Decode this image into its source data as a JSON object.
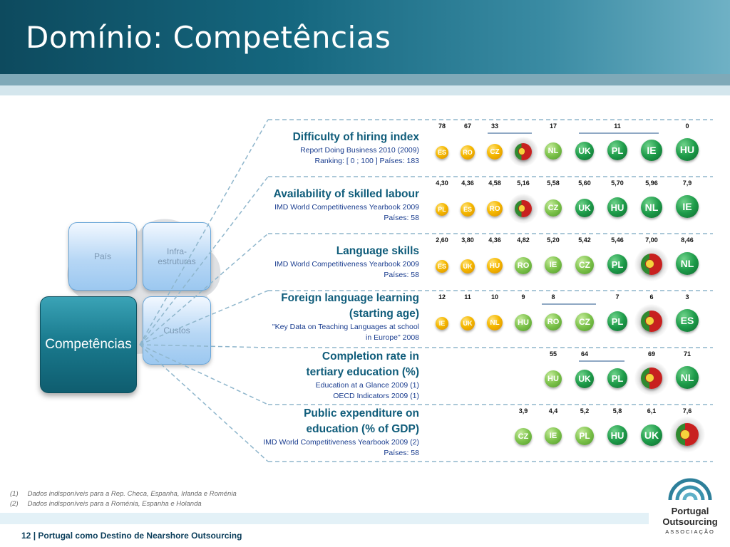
{
  "header": {
    "title": "Domínio: Competências"
  },
  "diagram": {
    "tiles": {
      "pais": "País",
      "infra": "Infra-\nestruturas",
      "custos": "Custos",
      "competencias": "Competências"
    }
  },
  "colors": {
    "yellow": "#f0a500",
    "light_green": "#7cc24a",
    "green": "#1e9c4a",
    "portugal_red": "#c8201f",
    "portugal_green": "#2f8a2f",
    "dashed_line": "#8fb6cc"
  },
  "chart_data": [
    {
      "type": "table",
      "title": "Difficulty of hiring index",
      "sources": [
        "Report Doing Business 2010 (2009)",
        "Ranking: [ 0 ; 100 ]  Países: 183"
      ],
      "values": [
        "78",
        "67",
        "33",
        "17",
        "11",
        "0"
      ],
      "countries": [
        {
          "code": "ES",
          "tier": "yellow"
        },
        {
          "code": "RO",
          "tier": "yellow"
        },
        {
          "code": "CZ",
          "tier": "yellow"
        },
        {
          "code": "PT",
          "tier": "portugal"
        },
        {
          "code": "NL",
          "tier": "light_green"
        },
        {
          "code": "UK",
          "tier": "green"
        },
        {
          "code": "PL",
          "tier": "green"
        },
        {
          "code": "IE",
          "tier": "green"
        },
        {
          "code": "HU",
          "tier": "green"
        }
      ]
    },
    {
      "type": "table",
      "title": "Availability of skilled labour",
      "sources": [
        "IMD World Competitiveness Yearbook 2009",
        "Países: 58"
      ],
      "values": [
        "4,30",
        "4,36",
        "4,58",
        "5,16",
        "5,58",
        "5,60",
        "5,70",
        "5,96",
        "7,9"
      ],
      "countries": [
        {
          "code": "PL",
          "tier": "yellow"
        },
        {
          "code": "ES",
          "tier": "yellow"
        },
        {
          "code": "RO",
          "tier": "yellow"
        },
        {
          "code": "PT",
          "tier": "portugal"
        },
        {
          "code": "CZ",
          "tier": "light_green"
        },
        {
          "code": "UK",
          "tier": "green"
        },
        {
          "code": "HU",
          "tier": "green"
        },
        {
          "code": "NL",
          "tier": "green"
        },
        {
          "code": "IE",
          "tier": "green"
        }
      ]
    },
    {
      "type": "table",
      "title": "Language skills",
      "sources": [
        "IMD World Competitiveness Yearbook 2009",
        "Países: 58"
      ],
      "values": [
        "2,60",
        "3,80",
        "4,36",
        "4,82",
        "5,20",
        "5,42",
        "5,46",
        "7,00",
        "8,46"
      ],
      "countries": [
        {
          "code": "ES",
          "tier": "yellow"
        },
        {
          "code": "UK",
          "tier": "yellow"
        },
        {
          "code": "HU",
          "tier": "yellow"
        },
        {
          "code": "RO",
          "tier": "light_green"
        },
        {
          "code": "IE",
          "tier": "light_green"
        },
        {
          "code": "CZ",
          "tier": "light_green"
        },
        {
          "code": "PL",
          "tier": "green"
        },
        {
          "code": "PT",
          "tier": "portugal"
        },
        {
          "code": "NL",
          "tier": "green"
        }
      ]
    },
    {
      "type": "table",
      "title": "Foreign language learning\n(starting age)",
      "sources": [
        "\"Key Data on Teaching Languages at school",
        "in Europe\" 2008"
      ],
      "values": [
        "12",
        "11",
        "10",
        "9",
        "8",
        "7",
        "6",
        "3"
      ],
      "countries": [
        {
          "code": "IE",
          "tier": "yellow"
        },
        {
          "code": "UK",
          "tier": "yellow"
        },
        {
          "code": "NL",
          "tier": "yellow"
        },
        {
          "code": "HU",
          "tier": "light_green"
        },
        {
          "code": "RO",
          "tier": "light_green"
        },
        {
          "code": "CZ",
          "tier": "light_green"
        },
        {
          "code": "PL",
          "tier": "green"
        },
        {
          "code": "PT",
          "tier": "portugal"
        },
        {
          "code": "ES",
          "tier": "green"
        }
      ]
    },
    {
      "type": "table",
      "title": "Completion rate in\ntertiary education (%)",
      "sources": [
        "Education at a Glance 2009 (1)",
        "OECD Indicators 2009 (1)"
      ],
      "values": [
        "55",
        "64",
        "69",
        "71"
      ],
      "countries": [
        {
          "code": "HU",
          "tier": "light_green"
        },
        {
          "code": "UK",
          "tier": "green"
        },
        {
          "code": "PL",
          "tier": "green"
        },
        {
          "code": "PT",
          "tier": "portugal"
        },
        {
          "code": "NL",
          "tier": "green"
        }
      ]
    },
    {
      "type": "table",
      "title": "Public expenditure on\neducation (% of GDP)",
      "sources": [
        "IMD World Competitiveness Yearbook 2009 (2)",
        "Países: 58"
      ],
      "values": [
        "3,9",
        "4,4",
        "5,2",
        "5,8",
        "6,1",
        "7,6"
      ],
      "countries": [
        {
          "code": "CZ",
          "tier": "light_green"
        },
        {
          "code": "IE",
          "tier": "light_green"
        },
        {
          "code": "PL",
          "tier": "light_green"
        },
        {
          "code": "HU",
          "tier": "green"
        },
        {
          "code": "UK",
          "tier": "green"
        },
        {
          "code": "PT",
          "tier": "portugal"
        }
      ]
    }
  ],
  "notes": [
    {
      "num": "(1)",
      "text": "Dados indisponíveis para a Rep. Checa, Espanha, Irlanda e Roménia"
    },
    {
      "num": "(2)",
      "text": "Dados indisponíveis para a Roménia, Espanha e Holanda"
    }
  ],
  "footer": {
    "page": "12",
    "text": "| Portugal como Destino de Nearshore Outsourcing"
  },
  "logo": {
    "line1": "Portugal",
    "line2": "Outsourcing",
    "line3": "ASSOCIAÇÃO"
  }
}
